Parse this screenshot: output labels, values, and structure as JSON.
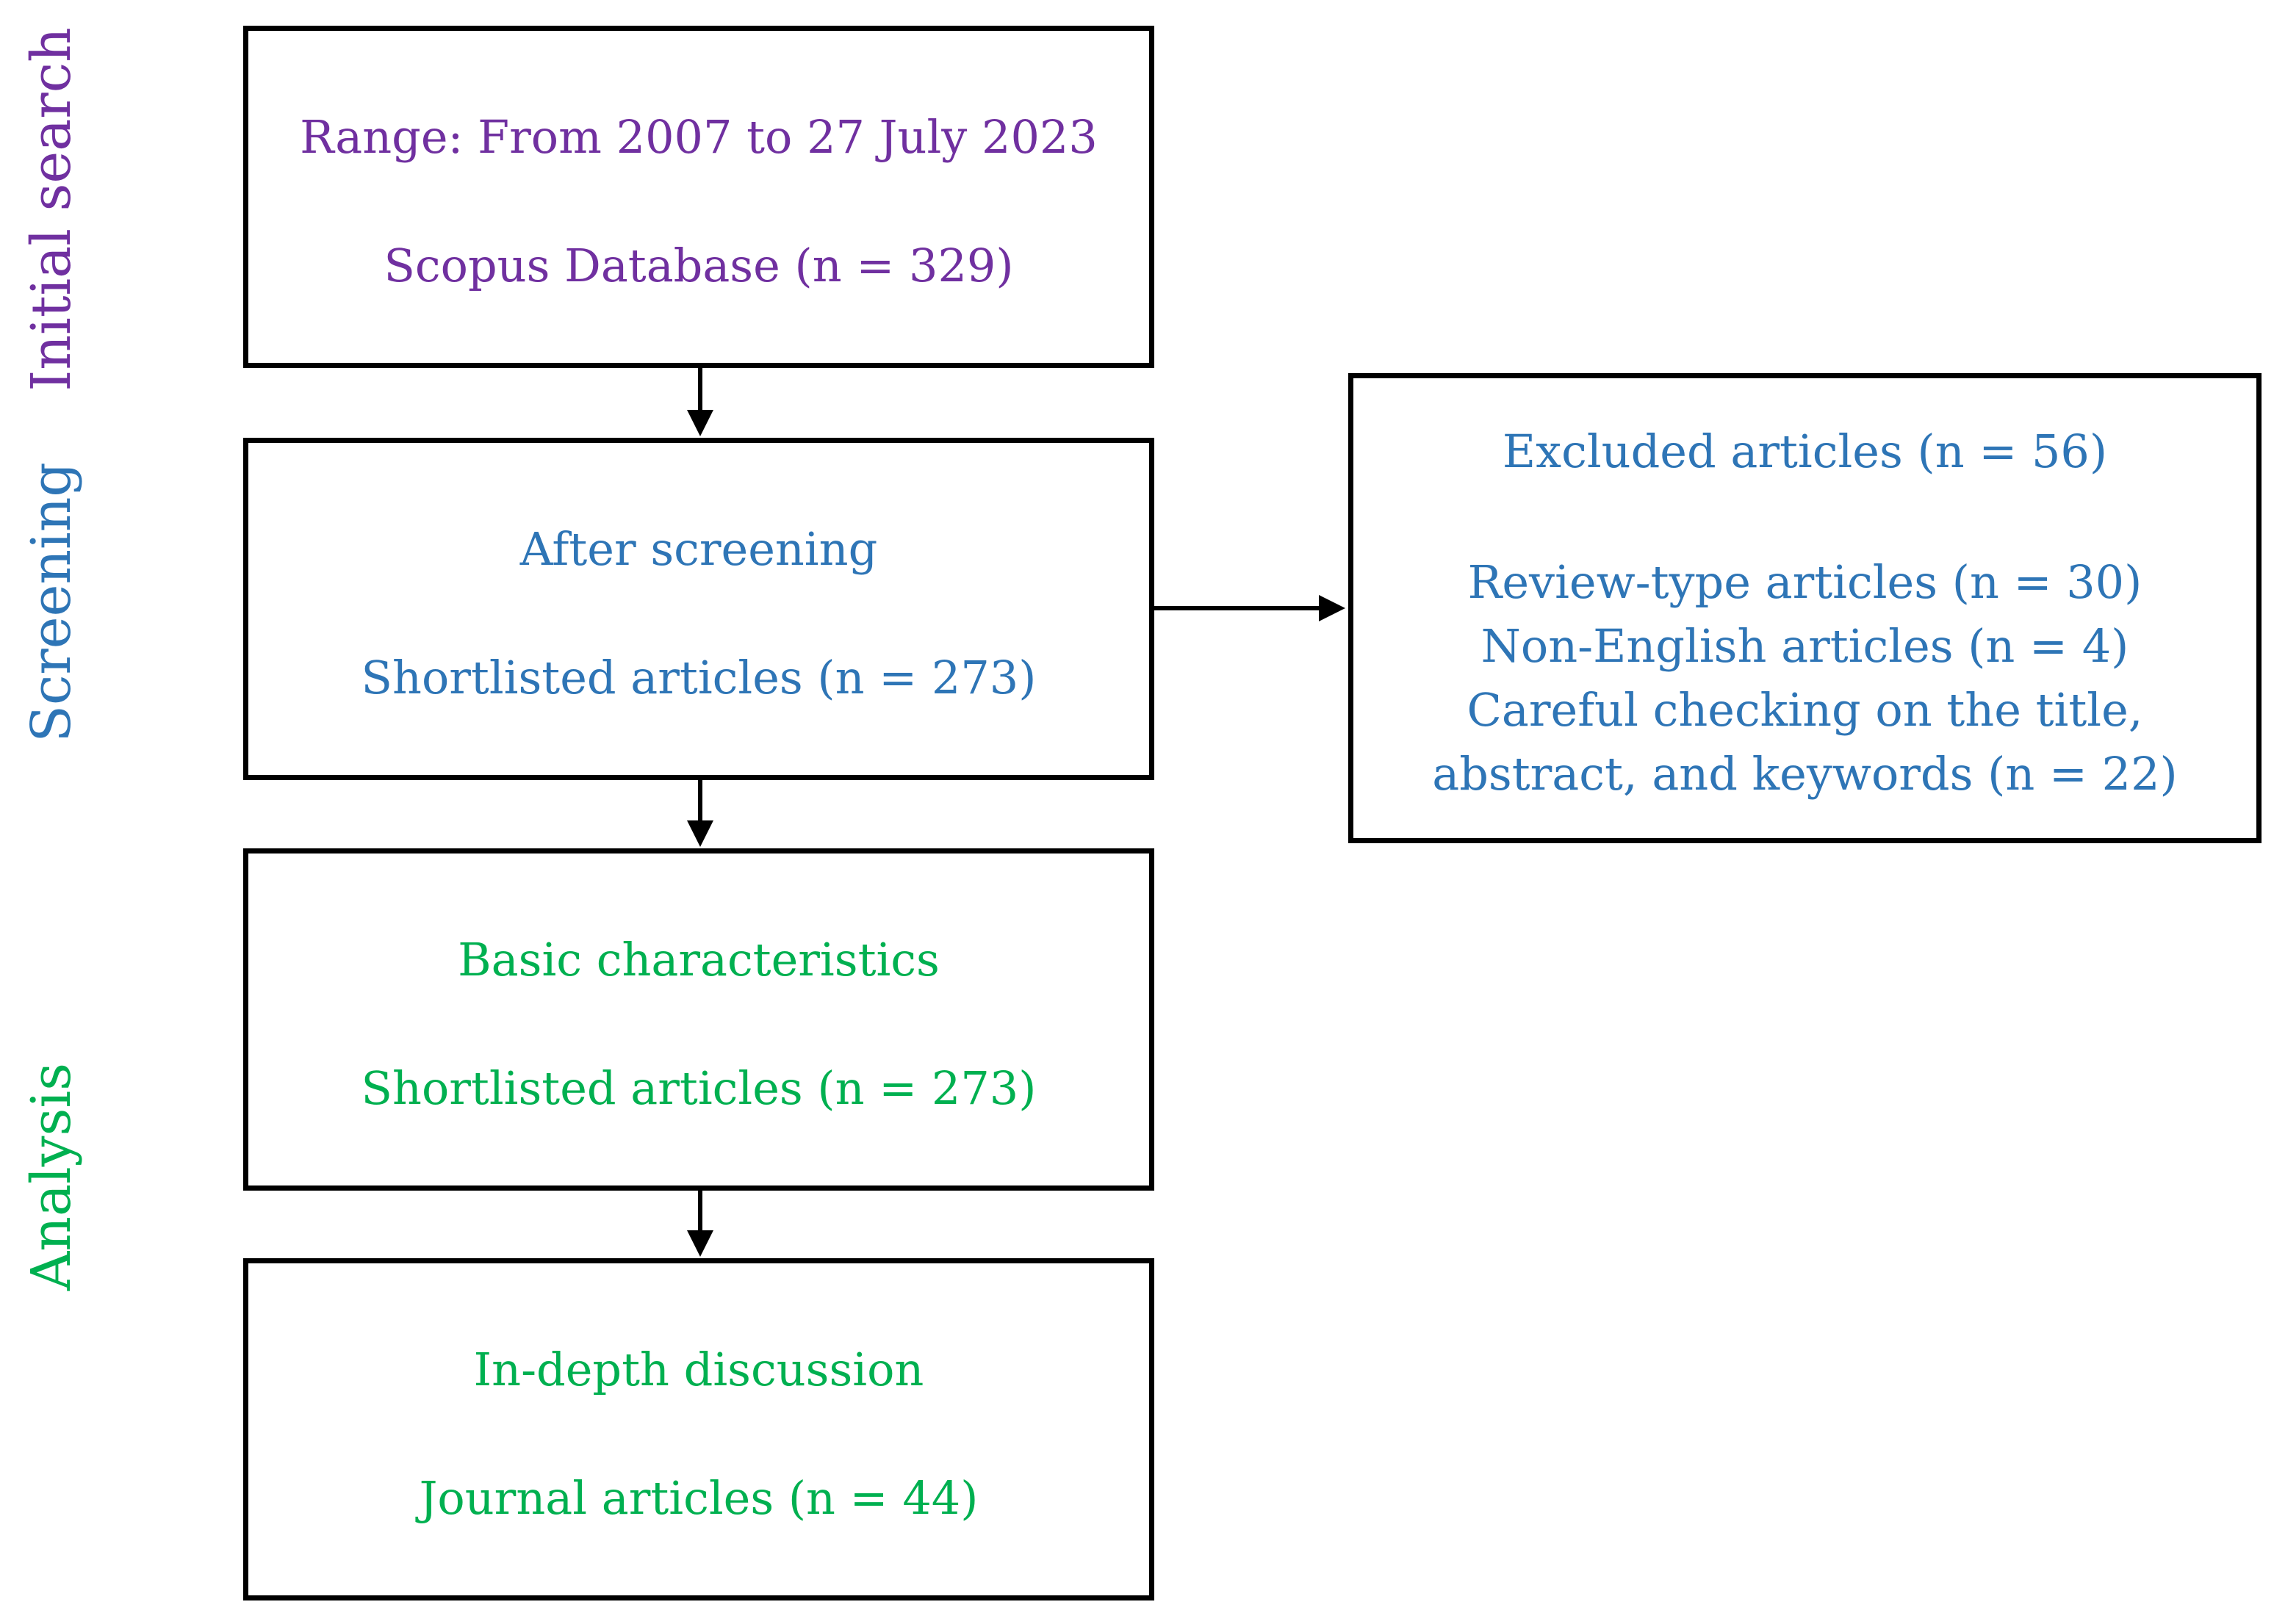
{
  "colors": {
    "initial_search": "#7030A0",
    "screening": "#2E75B6",
    "analysis": "#00B050",
    "border": "#000000"
  },
  "stages": {
    "initial_search": "Initial search",
    "screening": "Screening",
    "analysis": "Analysis"
  },
  "boxes": {
    "initial": {
      "line1": "Range: From 2007 to 27 July 2023",
      "line2": "Scopus Database (n = 329)"
    },
    "screening": {
      "line1": "After screening",
      "line2": "Shortlisted articles (n = 273)"
    },
    "excluded": {
      "title": "Excluded articles (n = 56)",
      "line1": "Review-type articles (n = 30)",
      "line2": "Non-English articles (n = 4)",
      "line3": "Careful checking on the title,",
      "line4": "abstract, and keywords (n = 22)"
    },
    "basic": {
      "line1": "Basic characteristics",
      "line2": "Shortlisted articles (n = 273)"
    },
    "indepth": {
      "line1": "In-depth discussion",
      "line2": "Journal articles (n = 44)"
    }
  }
}
